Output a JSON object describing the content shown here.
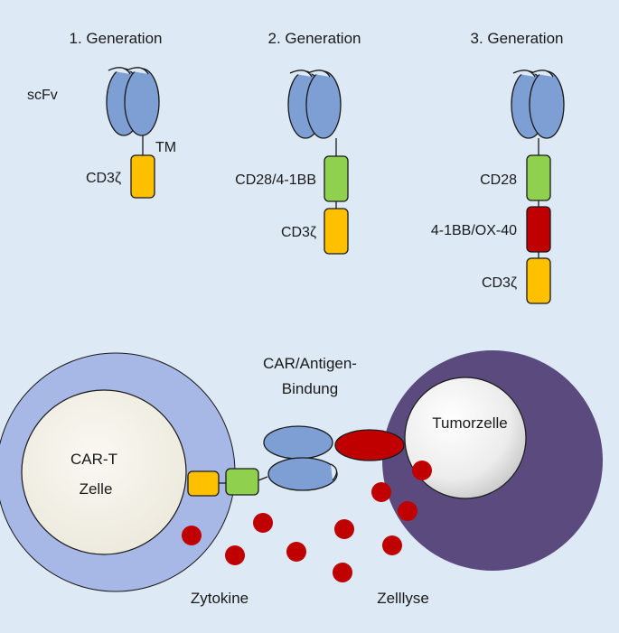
{
  "colors": {
    "background": "#dde9f5",
    "scfv": "#7e9fd4",
    "costim_green": "#8fd14f",
    "costim_red": "#c00000",
    "cd3z_yellow": "#ffc000",
    "tcell_outer": "#a8b8e6",
    "tcell_inner": "#f2efe6",
    "tumor_outer": "#5b4a7e",
    "tumor_inner": "#efefef",
    "cytokine": "#c00000"
  },
  "generations": [
    {
      "title": "1. Generation",
      "scfv_label": "scFv",
      "tm_label": "TM",
      "domains": [
        {
          "label": "CD3ζ",
          "color": "#ffc000"
        }
      ]
    },
    {
      "title": "2. Generation",
      "domains": [
        {
          "label": "CD28/4-1BB",
          "color": "#8fd14f"
        },
        {
          "label": "CD3ζ",
          "color": "#ffc000"
        }
      ]
    },
    {
      "title": "3. Generation",
      "domains": [
        {
          "label": "CD28",
          "color": "#8fd14f"
        },
        {
          "label": "4-1BB/OX-40",
          "color": "#c00000"
        },
        {
          "label": "CD3ζ",
          "color": "#ffc000"
        }
      ]
    }
  ],
  "interaction": {
    "binding_label_line1": "CAR/Antigen-",
    "binding_label_line2": "Bindung",
    "tcell_label_line1": "CAR-T",
    "tcell_label_line2": "Zelle",
    "tumor_label": "Tumorzelle",
    "cytokine_label": "Zytokine",
    "lysis_label": "Zelllyse"
  }
}
